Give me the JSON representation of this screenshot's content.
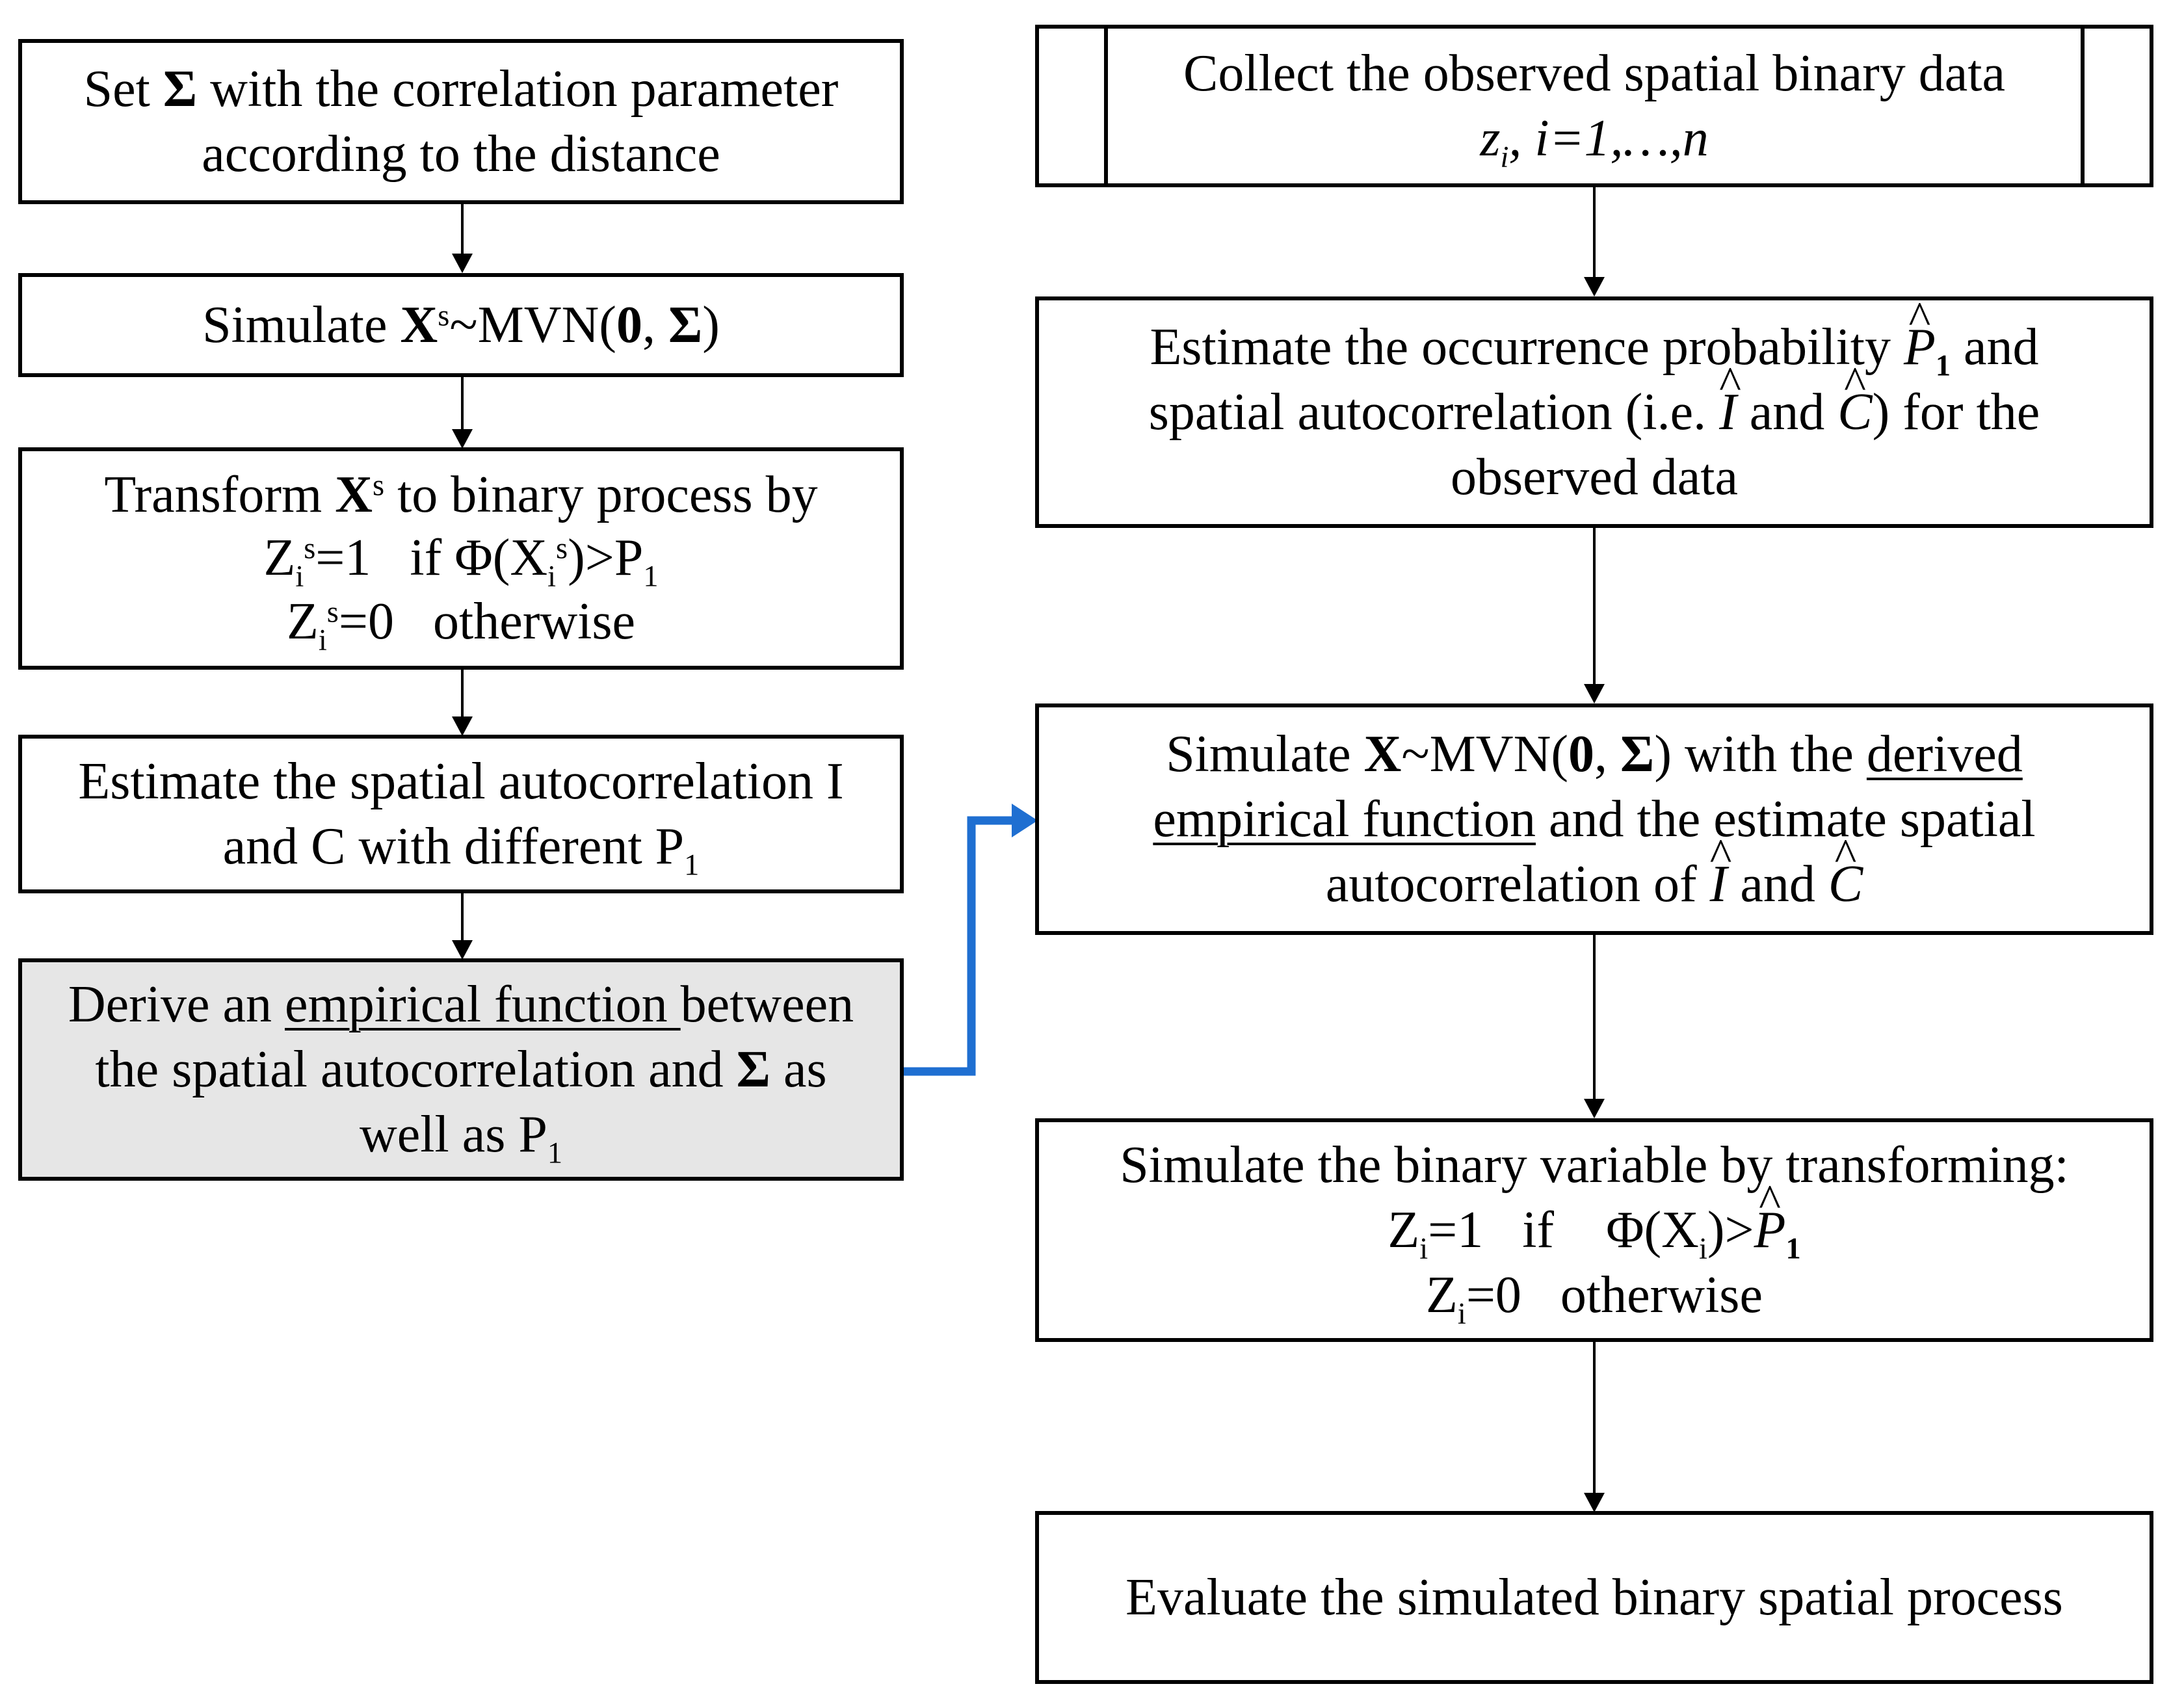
{
  "left_column": {
    "set_sigma": {
      "line1": {
        "pre": "Set ",
        "sym": "Σ",
        "post": " with the correlation parameter"
      },
      "line2": "according to the distance"
    },
    "simulate_xs": {
      "pre": "Simulate ",
      "X": "X",
      "sup": "s",
      "mid": "~MVN(",
      "zero": "0",
      "comma": ", ",
      "sigma": "Σ",
      "close": ")"
    },
    "transform": {
      "line1": {
        "pre": "Transform ",
        "X": "X",
        "sup": "s",
        "post": " to binary process by"
      },
      "line2": {
        "Z": "Z",
        "sub": "i",
        "sup": "s",
        "eq": "=1   if Φ(X",
        "sub2": "i",
        "sup2": "s",
        "rest": ")>P",
        "sub3": "1"
      },
      "line3": {
        "Z": "Z",
        "sub": "i",
        "sup": "s",
        "rest": "=0   otherwise"
      }
    },
    "estimate_ic": {
      "line1": "Estimate the spatial autocorrelation I",
      "line2": {
        "pre": "and C with different P",
        "sub": "1"
      }
    },
    "derive": {
      "line1": {
        "pre": "Derive an ",
        "ul": "empirical function ",
        "post": "between"
      },
      "line2": {
        "pre": "the spatial autocorrelation and ",
        "sym": "Σ",
        "post": " as"
      },
      "line3": {
        "pre": "well as P",
        "sub": "1"
      }
    }
  },
  "right_column": {
    "collect": {
      "line1": "Collect the observed spatial binary data",
      "line2": {
        "z": "z",
        "sub": "i",
        "rest": ", i=1,…,n"
      }
    },
    "estimate_p": {
      "line1": {
        "pre": "Estimate the occurrence probability ",
        "P": "P",
        "sub": "1",
        "post": " and"
      },
      "line2": {
        "pre": "spatial autocorrelation (i.e. ",
        "I": "I",
        "mid": " and ",
        "C": "C",
        "post": ") for the"
      },
      "line3": "observed data"
    },
    "simulate_x": {
      "line1": {
        "pre": "Simulate ",
        "X": "X",
        "mid": "~MVN(",
        "zero": "0",
        "comma": ", ",
        "sigma": "Σ",
        "post": ") with the ",
        "ul": "derived"
      },
      "line2": {
        "ul": "empirical function",
        "post": " and the estimate spatial"
      },
      "line3": {
        "pre": "autocorrelation of ",
        "I": "I",
        "mid": " and ",
        "C": "C"
      }
    },
    "simulate_binary": {
      "line1": "Simulate the binary variable by transforming:",
      "line2": {
        "Z": "Z",
        "sub": "i",
        "eq": "=1   if    Φ(X",
        "sub2": "i",
        "rest": ")>",
        "P": "P",
        "sub3": "1"
      },
      "line3": {
        "Z": "Z",
        "sub": "i",
        "rest": "=0   otherwise"
      }
    },
    "evaluate": {
      "line1": "Evaluate the simulated binary spatial process"
    }
  },
  "colors": {
    "connector_accent": "#1f6fd1",
    "shaded_fill": "#e6e6e6"
  }
}
